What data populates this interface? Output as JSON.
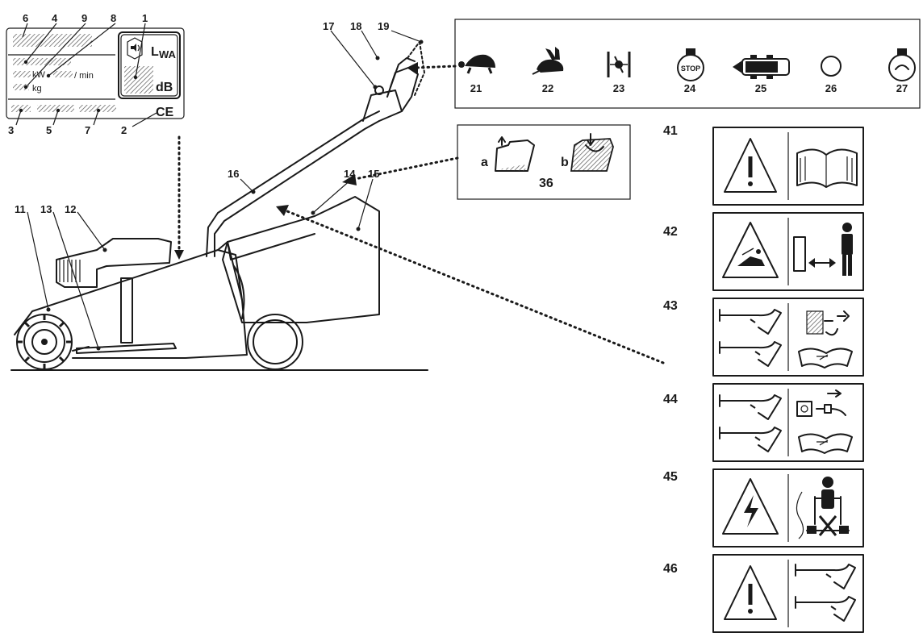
{
  "plate": {
    "callouts": [
      "6",
      "4",
      "9",
      "8",
      "1",
      "3",
      "5",
      "7",
      "2"
    ],
    "units": {
      "kw": "kW",
      "rpm": "/ min",
      "kg": "kg"
    },
    "lwa_main": "L",
    "lwa_sub": "WA",
    "db": "dB",
    "ce": "CE"
  },
  "mower_callouts": [
    "11",
    "13",
    "12",
    "16",
    "17",
    "18",
    "19",
    "14",
    "15"
  ],
  "controls_panel": {
    "items": [
      {
        "num": "21",
        "icon": "turtle-icon"
      },
      {
        "num": "22",
        "icon": "rabbit-icon"
      },
      {
        "num": "23",
        "icon": "throttle-mid-icon"
      },
      {
        "num": "24",
        "icon": "stop-engine-icon"
      },
      {
        "num": "25",
        "icon": "drive-engage-icon"
      },
      {
        "num": "26",
        "icon": "ring-icon"
      },
      {
        "num": "27",
        "icon": "engine-run-icon"
      }
    ]
  },
  "bag_panel": {
    "a": "a",
    "b": "b",
    "num": "36"
  },
  "safety_labels": [
    {
      "num": "41",
      "left": "warning-triangle-icon",
      "right": "read-manual-icon"
    },
    {
      "num": "42",
      "left": "thrown-object-warning-icon",
      "right": "keep-distance-icon"
    },
    {
      "num": "43",
      "left": "blade-hazard-icon",
      "right": "disconnect-spark-plug-icon"
    },
    {
      "num": "44",
      "left": "blade-hazard-icon",
      "right": "unplug-power-icon"
    },
    {
      "num": "45",
      "left": "electric-hazard-icon",
      "right": "operator-cable-icon"
    },
    {
      "num": "46",
      "left": "warning-triangle-icon",
      "right": "blade-hazard-icon"
    }
  ]
}
